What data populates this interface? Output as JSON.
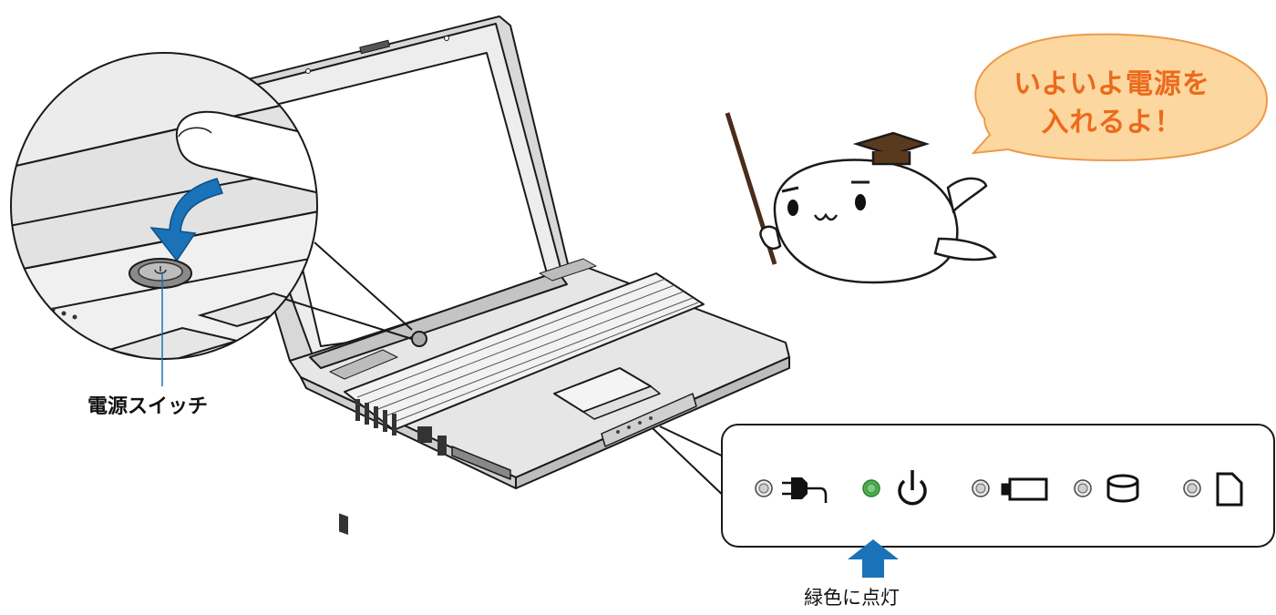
{
  "labels": {
    "power_switch": "電源スイッチ",
    "green_lit": "緑色に点灯"
  },
  "speech_bubble": {
    "line1": "いよいよ電源を",
    "line2": "入れるよ！"
  },
  "indicators": [
    {
      "icon": "ac-adapter-icon",
      "state": "off"
    },
    {
      "icon": "power-icon",
      "state": "green"
    },
    {
      "icon": "battery-icon",
      "state": "off"
    },
    {
      "icon": "disk-icon",
      "state": "off"
    },
    {
      "icon": "card-icon",
      "state": "off"
    }
  ],
  "colors": {
    "speech_fill": "#fcd7a0",
    "speech_text": "#ec6a1c",
    "arrow_blue": "#1a73b8",
    "led_green": "#4caf50"
  }
}
